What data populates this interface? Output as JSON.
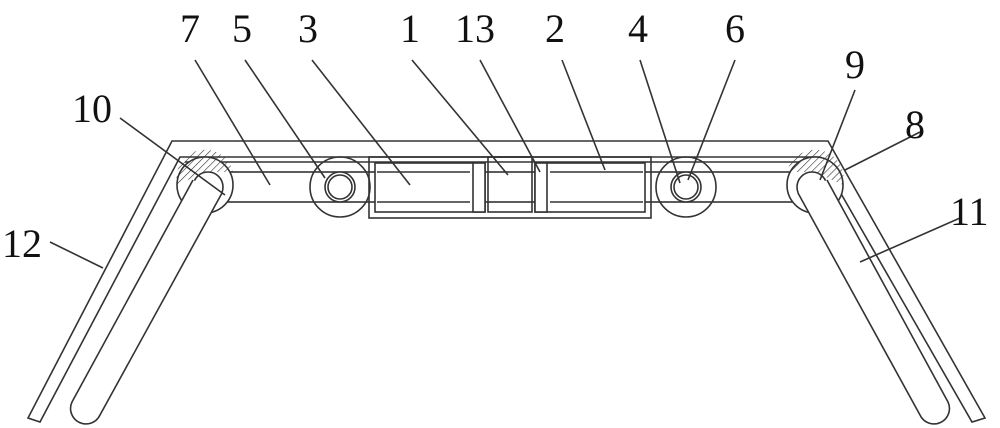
{
  "figure": {
    "labels": {
      "l7": "7",
      "l5": "5",
      "l3": "3",
      "l1": "1",
      "l13": "13",
      "l2": "2",
      "l4": "4",
      "l6": "6",
      "l9": "9",
      "l10": "10",
      "l8": "8",
      "l11": "11",
      "l12": "12"
    },
    "colors": {
      "line": "#333333",
      "background": "#ffffff"
    }
  }
}
